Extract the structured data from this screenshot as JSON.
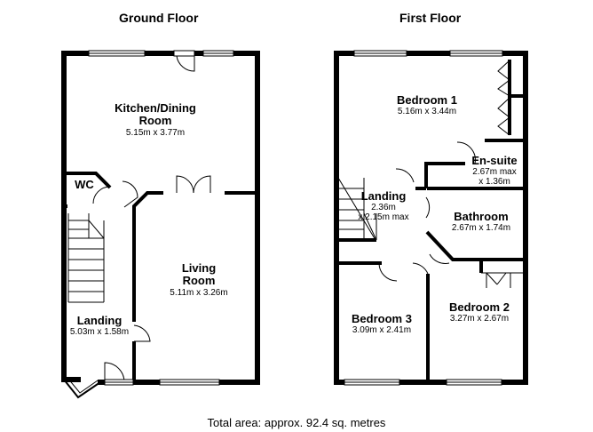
{
  "floors": {
    "ground": {
      "title": "Ground Floor",
      "rooms": {
        "kitchen": {
          "name_line1": "Kitchen/Dining",
          "name_line2": "Room",
          "dim": "5.15m x 3.77m"
        },
        "wc": {
          "name": "WC"
        },
        "living": {
          "name_line1": "Living",
          "name_line2": "Room",
          "dim": "5.11m x 3.26m"
        },
        "landing": {
          "name": "Landing",
          "dim": "5.03m x 1.58m"
        }
      }
    },
    "first": {
      "title": "First Floor",
      "rooms": {
        "bedroom1": {
          "name": "Bedroom 1",
          "dim": "5.16m x 3.44m"
        },
        "ensuite": {
          "name": "En-suite",
          "dim_line1": "2.67m max",
          "dim_line2": "x 1.36m"
        },
        "landing": {
          "name": "Landing",
          "dim_line1": "2.36m",
          "dim_line2": "x 2.15m max"
        },
        "bathroom": {
          "name": "Bathroom",
          "dim": "2.67m x 1.74m"
        },
        "bedroom2": {
          "name": "Bedroom 2",
          "dim": "3.27m x 2.67m"
        },
        "bedroom3": {
          "name": "Bedroom 3",
          "dim": "3.09m x 2.41m"
        }
      }
    }
  },
  "total_area": "Total area: approx. 92.4 sq. metres"
}
